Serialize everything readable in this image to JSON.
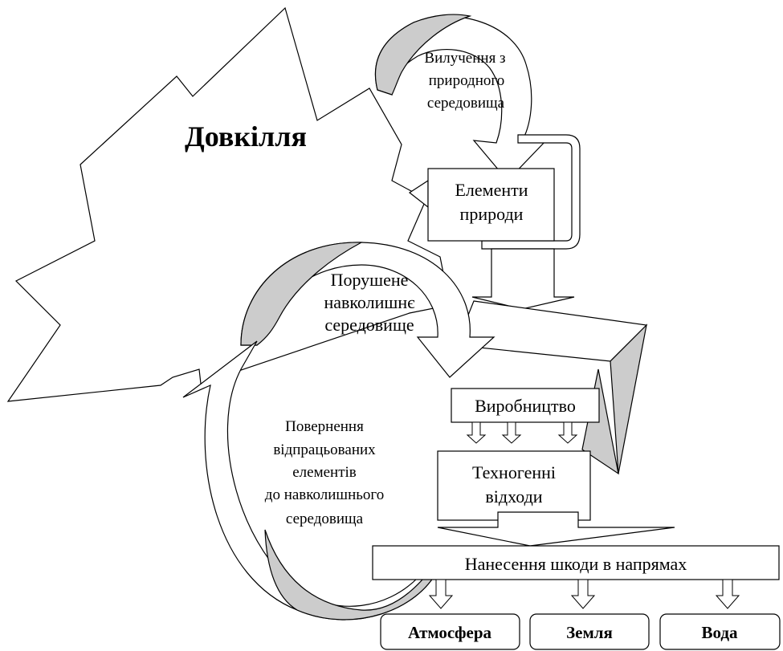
{
  "title": "Довкілля",
  "extraction_label": [
    "Вилучення з",
    "природного",
    "середовища"
  ],
  "nature_elements": [
    "Елементи",
    "природи"
  ],
  "disturbed_env": [
    "Порушене",
    "навколишнє",
    "середовище"
  ],
  "return_label": [
    "Повернення",
    "відпрацьованих",
    "елементів",
    "до навколишнього",
    "середовища"
  ],
  "production": "Виробництво",
  "waste": [
    "Техногенні",
    "відходи"
  ],
  "damage": "Нанесення шкоди в напрямах",
  "targets": [
    "Атмосфера",
    "Земля",
    "Вода"
  ],
  "colors": {
    "stroke": "#000000",
    "fill": "#ffffff",
    "shade": "#cccccc"
  }
}
